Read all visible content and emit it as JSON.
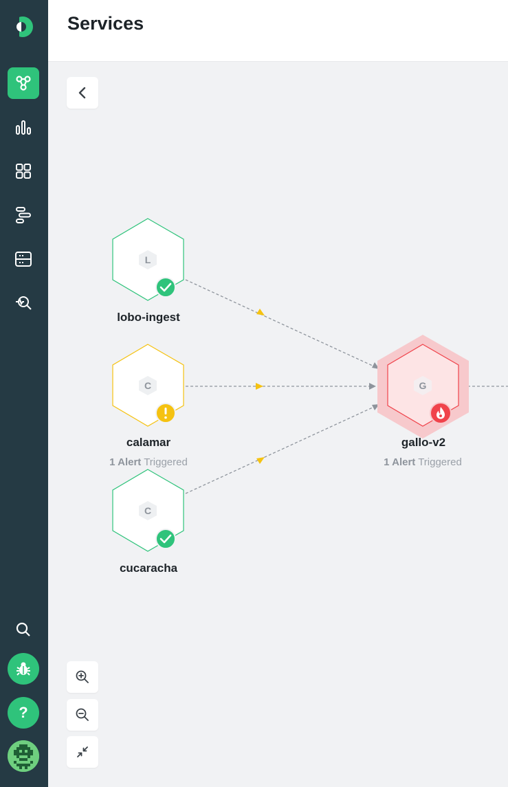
{
  "page": {
    "title": "Services"
  },
  "sidebar": {
    "items": [
      {
        "name": "service-map",
        "icon": "network-icon",
        "active": true
      },
      {
        "name": "metrics",
        "icon": "bar-chart-icon",
        "active": false
      },
      {
        "name": "dashboards",
        "icon": "grid-icon",
        "active": false
      },
      {
        "name": "traces",
        "icon": "waterfall-icon",
        "active": false
      },
      {
        "name": "infrastructure",
        "icon": "server-icon",
        "active": false
      },
      {
        "name": "explore",
        "icon": "explore-icon",
        "active": false
      }
    ],
    "bottom": [
      {
        "name": "search",
        "icon": "search-icon"
      },
      {
        "name": "report-bug",
        "icon": "bug-icon"
      },
      {
        "name": "help",
        "icon": "help-icon",
        "label": "?"
      },
      {
        "name": "user-avatar",
        "icon": "pixel-avatar-icon"
      }
    ]
  },
  "colors": {
    "sidebar_bg": "#253a44",
    "accent": "#2fc37b",
    "healthy": "#2fc37b",
    "warning": "#f5c211",
    "critical": "#f0434b",
    "edge": "#8e949c",
    "edge_arrow": "#f5c211"
  },
  "graph": {
    "nodes": [
      {
        "id": "lobo-ingest",
        "name": "lobo-ingest",
        "letter": "L",
        "status": "healthy",
        "alert_count": "",
        "alert_text": ""
      },
      {
        "id": "calamar",
        "name": "calamar",
        "letter": "C",
        "status": "warning",
        "alert_count": "1 Alert",
        "alert_text": " Triggered"
      },
      {
        "id": "cucaracha",
        "name": "cucaracha",
        "letter": "C",
        "status": "healthy",
        "alert_count": "",
        "alert_text": ""
      },
      {
        "id": "gallo-v2",
        "name": "gallo-v2",
        "letter": "G",
        "status": "critical",
        "alert_count": "1 Alert",
        "alert_text": " Triggered"
      }
    ],
    "edges": [
      {
        "from": "lobo-ingest",
        "to": "gallo-v2"
      },
      {
        "from": "calamar",
        "to": "gallo-v2"
      },
      {
        "from": "cucaracha",
        "to": "gallo-v2"
      },
      {
        "from": "gallo-v2",
        "to": "offscreen"
      }
    ]
  },
  "controls": {
    "collapse": "chevron-left-icon",
    "zoom_in": "zoom-in-icon",
    "zoom_out": "zoom-out-icon",
    "fit": "collapse-arrows-icon"
  }
}
